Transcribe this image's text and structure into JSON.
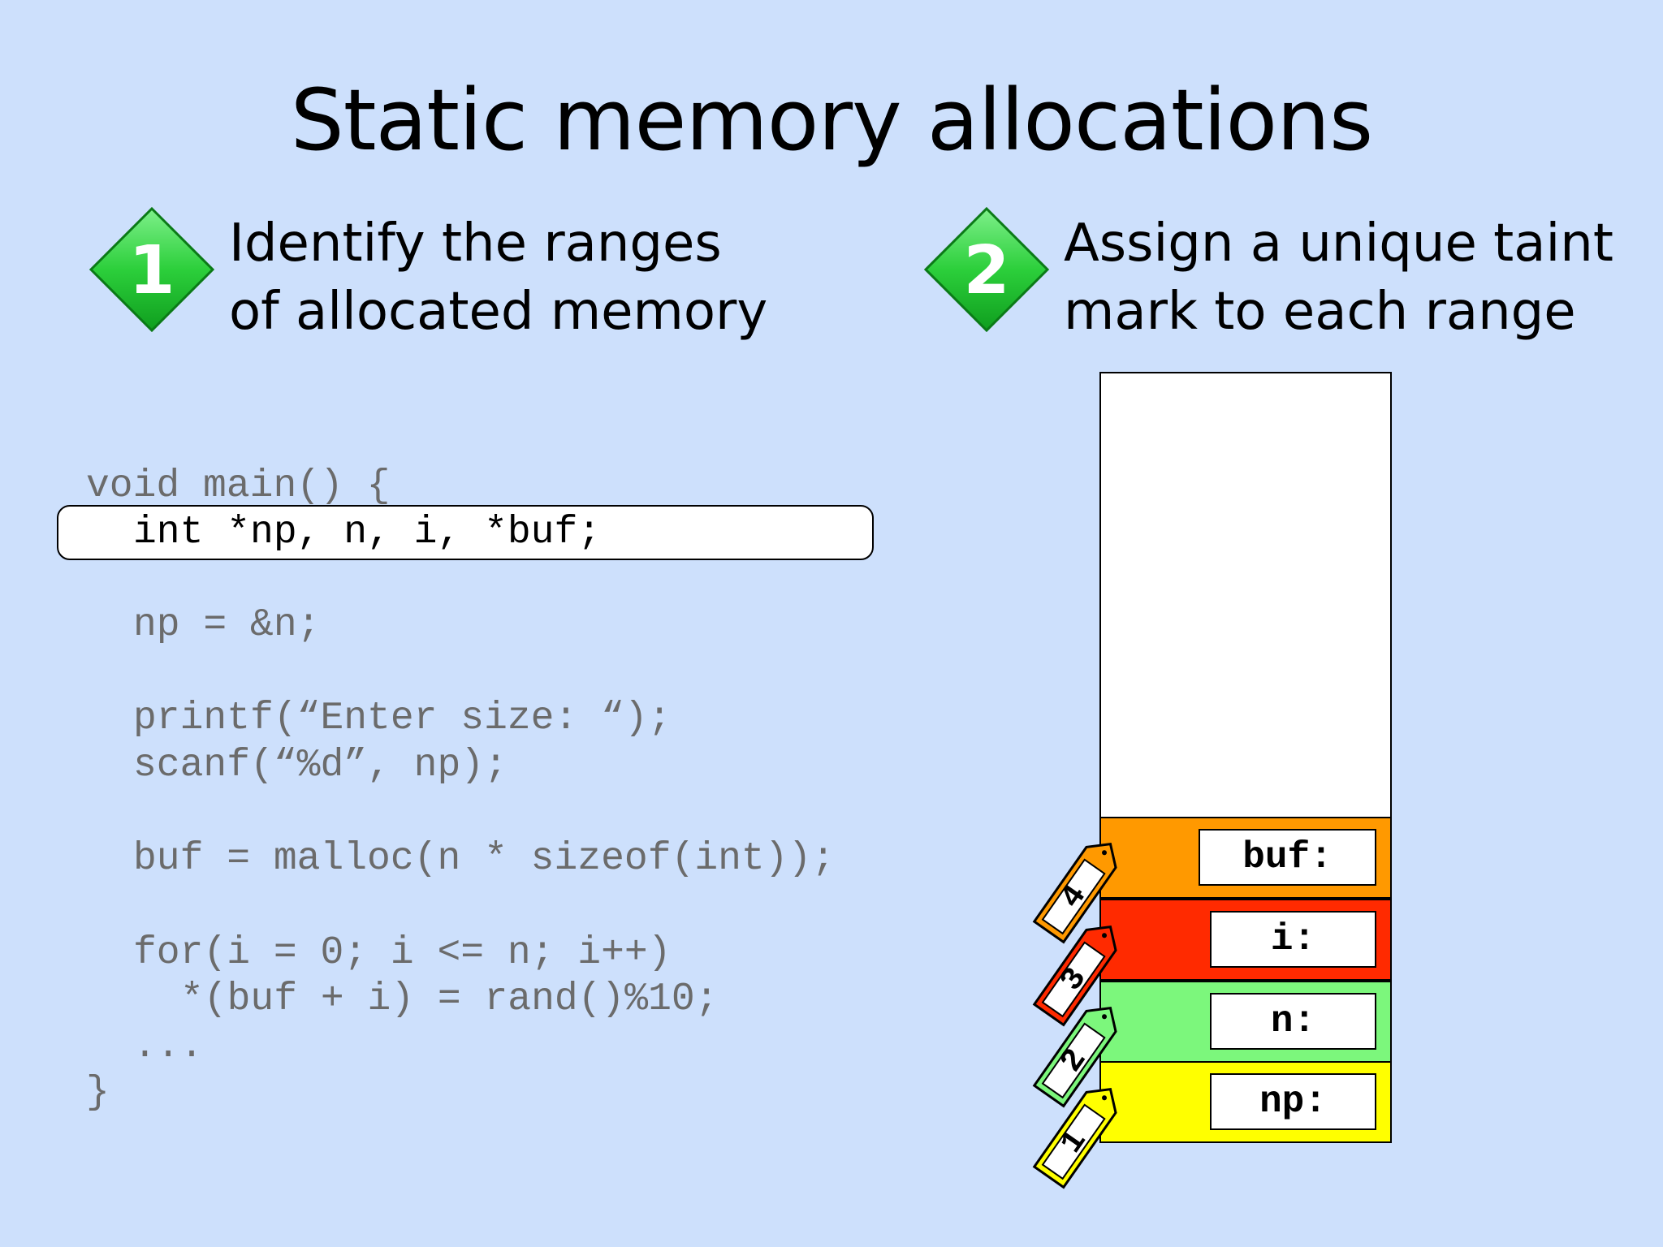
{
  "title": "Static memory allocations",
  "steps": [
    {
      "number": "1",
      "lines": [
        "Identify the ranges",
        "of allocated memory"
      ],
      "color": "#22cc33"
    },
    {
      "number": "2",
      "lines": [
        "Assign a unique taint",
        "mark to each range"
      ],
      "color": "#22cc33"
    }
  ],
  "code": {
    "line_0": "void main() {",
    "highlighted": "int *np, n, i, *buf;",
    "line_2": "np = &n;",
    "line_3": "printf(“Enter size: “);",
    "line_4": "scanf(“%d”, np);",
    "line_5": "buf = malloc(n * sizeof(int));",
    "line_6": "for(i = 0; i <= n; i++)",
    "line_7": "*(buf + i) = rand()%10;",
    "line_8": "...",
    "line_9": "}"
  },
  "memory": {
    "segments": [
      {
        "label": "buf:",
        "color": "#ff9900",
        "tag": "4",
        "tag_color": "#ff9900"
      },
      {
        "label": "i:",
        "color": "#ff2a00",
        "tag": "3",
        "tag_color": "#ff2a00"
      },
      {
        "label": "n:",
        "color": "#7cf77c",
        "tag": "2",
        "tag_color": "#7cf77c"
      },
      {
        "label": "np:",
        "color": "#ffff00",
        "tag": "1",
        "tag_color": "#ffff00"
      }
    ]
  }
}
